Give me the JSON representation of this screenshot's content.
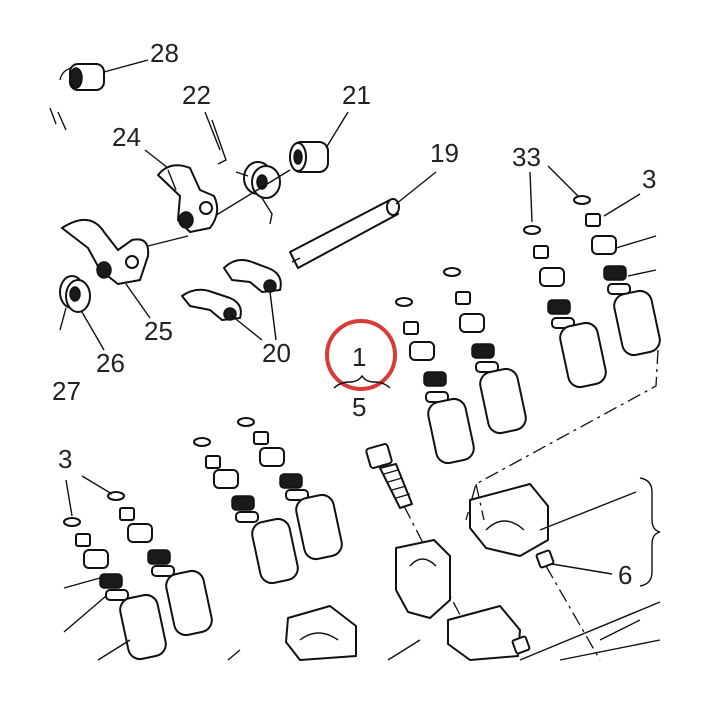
{
  "diagram": {
    "labels": {
      "l28": "28",
      "l22": "22",
      "l21": "21",
      "l24": "24",
      "l19": "19",
      "l33": "33",
      "l3a": "3",
      "l25": "25",
      "l26": "26",
      "l27": "27",
      "l20": "20",
      "l1": "1",
      "l5": "5",
      "l3b": "3",
      "l6": "6"
    },
    "highlight_color": "#d93a3a"
  }
}
